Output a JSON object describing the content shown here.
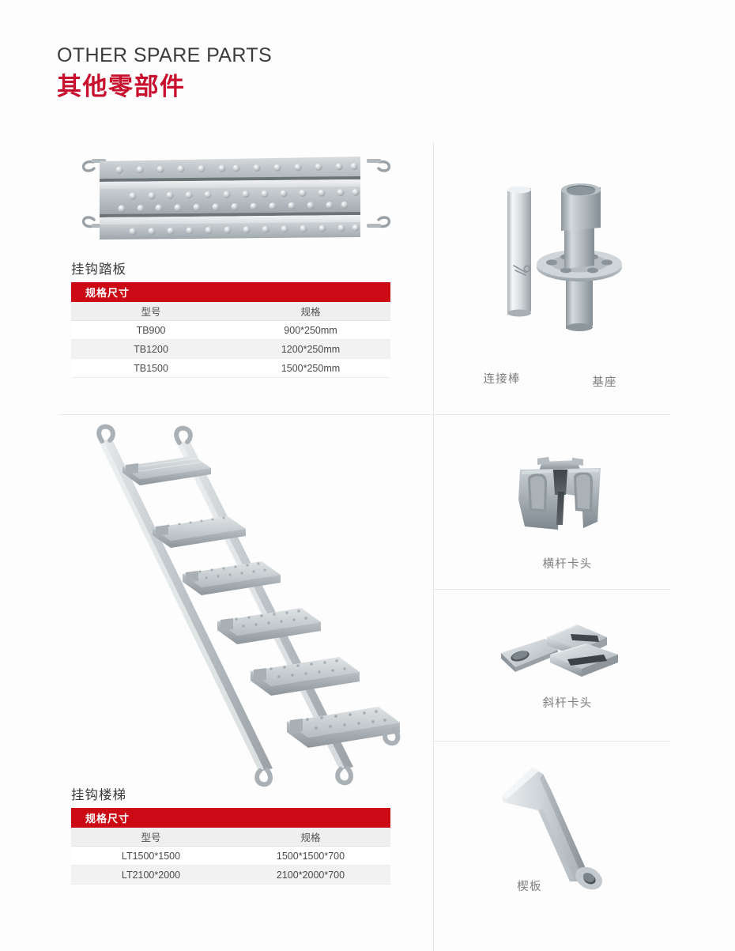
{
  "header": {
    "title_en": "OTHER SPARE PARTS",
    "title_cn": "其他零部件",
    "accent_color": "#c8102e"
  },
  "table_labels": {
    "spec_bar": "规格尺寸",
    "col_model": "型号",
    "col_spec": "规格"
  },
  "products": {
    "plank": {
      "name": "挂钩踏板",
      "icon": "steel-plank-image",
      "table": {
        "bar": "规格尺寸",
        "columns": [
          "型号",
          "规格"
        ],
        "rows": [
          [
            "TB900",
            "900*250mm"
          ],
          [
            "TB1200",
            "1200*250mm"
          ],
          [
            "TB1500",
            "1500*250mm"
          ]
        ]
      }
    },
    "stair": {
      "name": "挂钩楼梯",
      "icon": "hook-stair-image",
      "table": {
        "bar": "规格尺寸",
        "columns": [
          "型号",
          "规格"
        ],
        "rows": [
          [
            "LT1500*1500",
            "1500*1500*700"
          ],
          [
            "LT2100*2000",
            "2100*2000*700"
          ]
        ]
      }
    },
    "connector_rod": {
      "name": "连接棒",
      "icon": "connector-rod-image"
    },
    "base_jack": {
      "name": "基座",
      "icon": "base-collar-image"
    },
    "ledger_head": {
      "name": "横杆卡头",
      "icon": "ledger-clamp-head-image"
    },
    "brace_head": {
      "name": "斜杆卡头",
      "icon": "diagonal-brace-head-image"
    },
    "wedge_pin": {
      "name": "楔板",
      "icon": "wedge-pin-image"
    }
  },
  "colors": {
    "red_bar": "#cc0a16",
    "metal_light": "#e9ecee",
    "metal_mid": "#b9c0c4",
    "metal_dark": "#8d969b",
    "divider": "#e6e6e6"
  }
}
